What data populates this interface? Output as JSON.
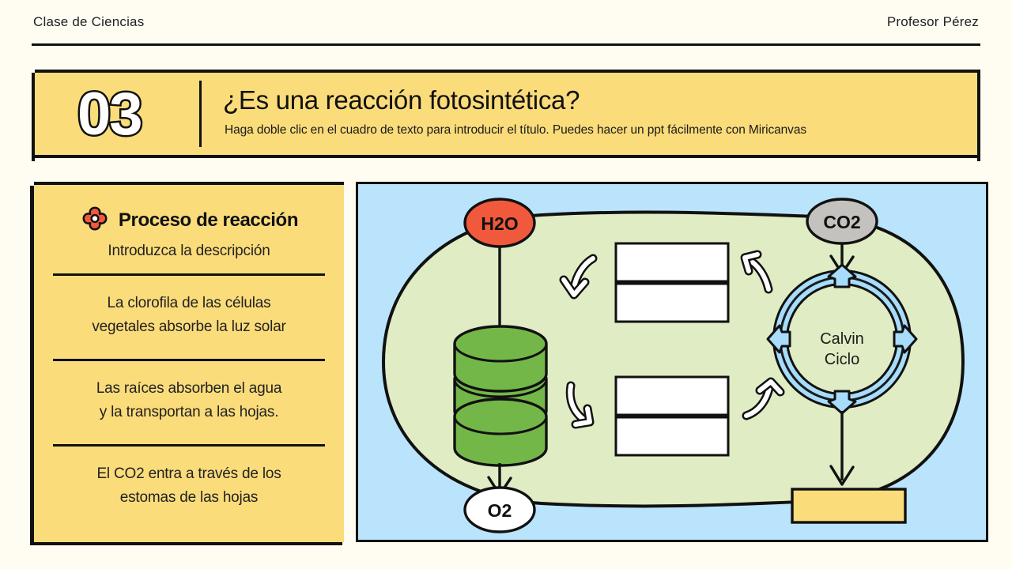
{
  "topbar": {
    "left_label": "Clase de Ciencias",
    "right_label": "Profesor Pérez"
  },
  "banner": {
    "number": "03",
    "title": "¿Es una reacción fotosintética?",
    "subtitle": "Haga doble clic en el cuadro de texto para introducir el título. Puedes hacer un ppt fácilmente con Miricanvas"
  },
  "left_panel": {
    "icon": "flower-icon",
    "heading": "Proceso de reacción",
    "description": "Introduzca la descripción",
    "items": [
      {
        "line1": "La clorofila de las células",
        "line2": "vegetales absorbe la luz solar"
      },
      {
        "line1": "Las raíces absorben el agua",
        "line2": "y la transportan a las hojas."
      },
      {
        "line1": "El CO2 entra a través de los",
        "line2": "estomas de las hojas"
      }
    ]
  },
  "diagram": {
    "nodes": {
      "h2o": "H2O",
      "co2": "CO2",
      "o2": "O2",
      "cycle_line1": "Calvin",
      "cycle_line2": "Ciclo"
    },
    "placeholders": {
      "box_top": "",
      "box_bottom": "",
      "box_result": ""
    }
  },
  "colors": {
    "page_background": "#fffcf2",
    "banner_yellow": "#fbdc7a",
    "panel_yellow": "#fbdc7a",
    "diagram_blue": "#bae4fb",
    "chloroplast_green": "#dfecc4",
    "granum_green": "#74b749",
    "h2o_red": "#f0593c",
    "co2_gray": "#c3c2be",
    "cycle_blue": "#a7dcfb",
    "outline_black": "#111111"
  }
}
